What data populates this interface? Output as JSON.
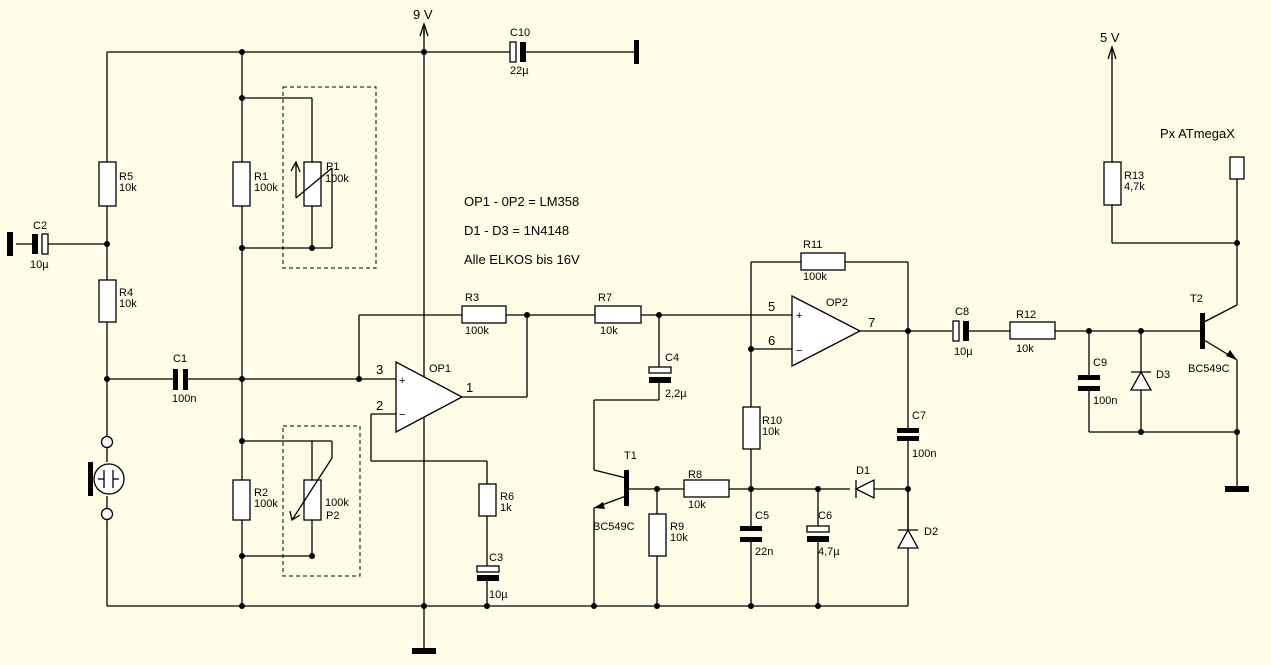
{
  "supply": {
    "v9": "9 V",
    "v5": "5 V"
  },
  "notes": {
    "opamp": "OP1 - 0P2 = LM358",
    "diodes": "D1 - D3 = 1N4148",
    "elkos": "Alle ELKOS bis 16V"
  },
  "output_label": "Px ATmegaX",
  "components": {
    "R1": {
      "name": "R1",
      "value": "100k"
    },
    "R2": {
      "name": "R2",
      "value": "100k"
    },
    "R3": {
      "name": "R3",
      "value": "100k"
    },
    "R4": {
      "name": "R4",
      "value": "10k"
    },
    "R5": {
      "name": "R5",
      "value": "10k"
    },
    "R6": {
      "name": "R6",
      "value": "1k"
    },
    "R7": {
      "name": "R7",
      "value": "10k"
    },
    "R8": {
      "name": "R8",
      "value": "10k"
    },
    "R9": {
      "name": "R9",
      "value": "10k"
    },
    "R10": {
      "name": "R10",
      "value": "10k"
    },
    "R11": {
      "name": "R11",
      "value": "100k"
    },
    "R12": {
      "name": "R12",
      "value": "10k"
    },
    "R13": {
      "name": "R13",
      "value": "4,7k"
    },
    "P1": {
      "name": "P1",
      "value": "100k"
    },
    "P2": {
      "name": "P2",
      "value": "100k"
    },
    "C1": {
      "name": "C1",
      "value": "100n"
    },
    "C2": {
      "name": "C2",
      "value": "10µ"
    },
    "C3": {
      "name": "C3",
      "value": "10µ"
    },
    "C4": {
      "name": "C4",
      "value": "2,2µ"
    },
    "C5": {
      "name": "C5",
      "value": "22n"
    },
    "C6": {
      "name": "C6",
      "value": "4,7µ"
    },
    "C7": {
      "name": "C7",
      "value": "100n"
    },
    "C8": {
      "name": "C8",
      "value": "10µ"
    },
    "C9": {
      "name": "C9",
      "value": "100n"
    },
    "C10": {
      "name": "C10",
      "value": "22µ"
    },
    "OP1": {
      "name": "OP1"
    },
    "OP2": {
      "name": "OP2"
    },
    "T1": {
      "name": "T1",
      "value": "BC549C"
    },
    "T2": {
      "name": "T2",
      "value": "BC549C"
    },
    "D1": {
      "name": "D1"
    },
    "D2": {
      "name": "D2"
    },
    "D3": {
      "name": "D3"
    }
  },
  "pins": {
    "op1_in_plus": "3",
    "op1_in_minus": "2",
    "op1_out": "1",
    "op2_in_plus": "5",
    "op2_in_minus": "6",
    "op2_out": "7",
    "plus": "+",
    "minus": "−"
  }
}
